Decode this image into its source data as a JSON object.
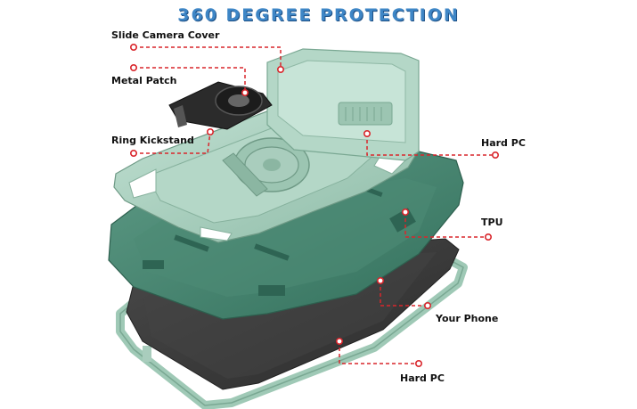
{
  "title": "360 DEGREE PROTECTION",
  "colors": {
    "title": "#3e86c6",
    "leader": "#d9262c",
    "case_light": "#a9cdbd",
    "case_dark": "#3f7a66",
    "phone": "#3c3c3c"
  },
  "callouts": [
    {
      "label": "Slide Camera Cover"
    },
    {
      "label": "Metal Patch"
    },
    {
      "label": "Ring Kickstand"
    },
    {
      "label": "Hard PC"
    },
    {
      "label": "TPU"
    },
    {
      "label": "Your Phone"
    },
    {
      "label": "Hard PC"
    }
  ]
}
